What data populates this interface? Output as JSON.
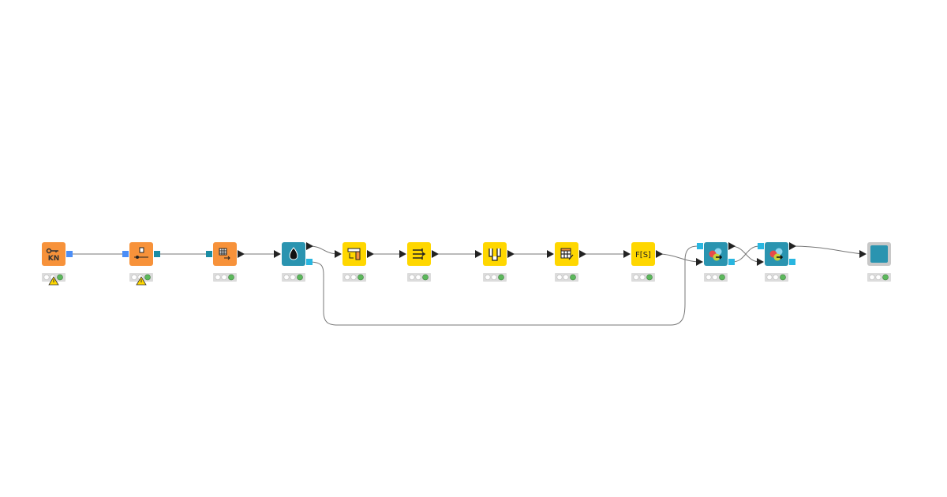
{
  "colors": {
    "source": "#f7923a",
    "manipulator": "#ffd700",
    "other": "#2a94b0",
    "component": "#c8c8c8",
    "status_green": "#5cb85c",
    "warning": "#ffd700",
    "port_blue": "#4b8ef7",
    "port_teal": "#1b8ca3",
    "port_cyan": "#29b6e0",
    "edge": "#777777"
  },
  "nodes": [
    {
      "id": "credentials",
      "kind": "source",
      "icon": "key-kn-icon",
      "warning": true,
      "status": "executed"
    },
    {
      "id": "file-reader",
      "kind": "source",
      "icon": "file-connector-icon",
      "warning": true,
      "status": "executed"
    },
    {
      "id": "table-reader",
      "kind": "source",
      "icon": "table-arrow-icon",
      "warning": false,
      "status": "executed"
    },
    {
      "id": "drop-node",
      "kind": "other",
      "icon": "drop-icon",
      "warning": false,
      "status": "executed"
    },
    {
      "id": "column-filter",
      "kind": "manipulator",
      "icon": "column-filter-icon",
      "warning": false,
      "status": "executed"
    },
    {
      "id": "row-filter",
      "kind": "manipulator",
      "icon": "arrows-filter-icon",
      "warning": false,
      "status": "executed"
    },
    {
      "id": "split",
      "kind": "manipulator",
      "icon": "split-icon",
      "warning": false,
      "status": "executed"
    },
    {
      "id": "table-editor",
      "kind": "manipulator",
      "icon": "table-edit-icon",
      "warning": false,
      "status": "executed"
    },
    {
      "id": "string-manipulation",
      "kind": "manipulator",
      "icon": "fs-icon",
      "warning": false,
      "status": "executed"
    },
    {
      "id": "color-apply-1",
      "kind": "other",
      "icon": "color-circles-icon",
      "warning": false,
      "status": "executed"
    },
    {
      "id": "color-apply-2",
      "kind": "other",
      "icon": "color-circles-icon",
      "warning": false,
      "status": "executed"
    },
    {
      "id": "component",
      "kind": "component",
      "icon": "component-icon",
      "warning": false,
      "status": "executed"
    }
  ],
  "icon_text": {
    "fs": "F[S]",
    "kn": "KN"
  }
}
